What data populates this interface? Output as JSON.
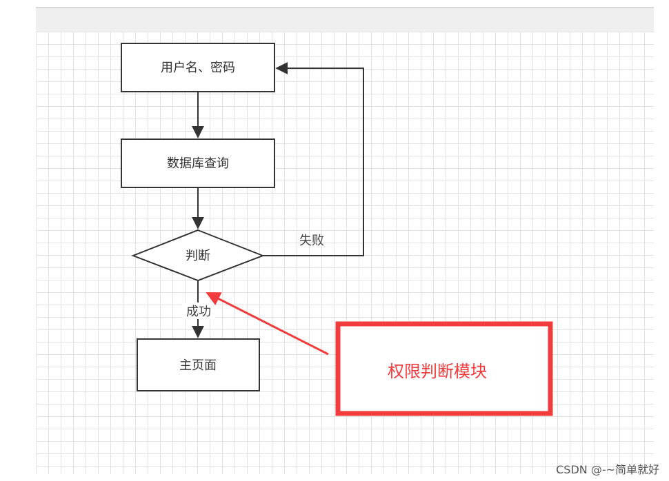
{
  "nodes": {
    "login": "用户名、密码",
    "query": "数据库查询",
    "decision": "判断",
    "home": "主页面"
  },
  "edges": {
    "fail_label": "失败",
    "success_label": "成功"
  },
  "callout": {
    "text": "权限判断模块",
    "color": "#f03c3c"
  },
  "watermark": "CSDN @-~简单就好"
}
